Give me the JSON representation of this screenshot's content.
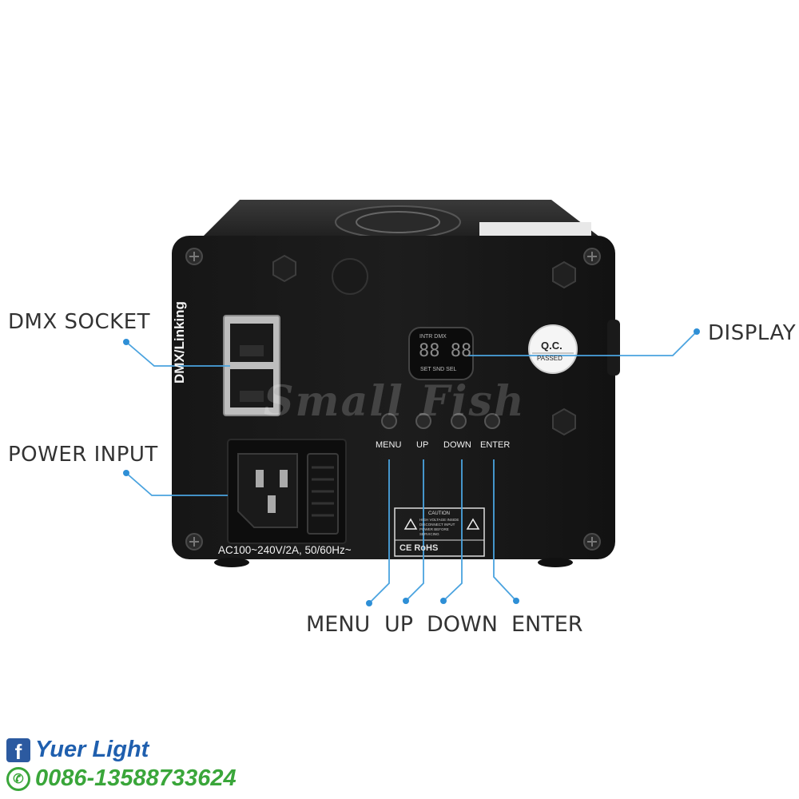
{
  "callouts": {
    "dmx_socket": "DMX SOCKET",
    "power_input": "POWER INPUT",
    "display": "DISPLAY"
  },
  "button_captions": {
    "menu": "MENU",
    "up": "UP",
    "down": "DOWN",
    "enter": "ENTER"
  },
  "panel": {
    "dmx_label": "DMX/Linking",
    "power_rating": "AC100~240V/2A, 50/60Hz~",
    "button_labels": [
      "MENU",
      "UP",
      "DOWN",
      "ENTER"
    ],
    "display_top": "INTR DMX",
    "display_digits": "88 88",
    "display_bottom": "SET SND SEL",
    "qc_line1": "Q.C.",
    "qc_line2": "PASSED",
    "caution_title": "CAUTION",
    "caution_lines": [
      "HIGH VOLTAGE INSIDE",
      "DISCONNECT INPUT",
      "POWER BEFORE",
      "SERVICING"
    ],
    "cert_marks": "CE RoHS"
  },
  "watermark": "Small Fish",
  "brand": {
    "name": "Yuer Light",
    "phone": "0086-13588733624",
    "facebook_icon": "facebook-icon",
    "whatsapp_icon": "whatsapp-icon"
  },
  "colors": {
    "device_body": "#141414",
    "leader_line": "#4aa3df",
    "callout_text": "#333333",
    "brand_blue": "#1f5fae",
    "brand_green": "#3aa63a"
  }
}
